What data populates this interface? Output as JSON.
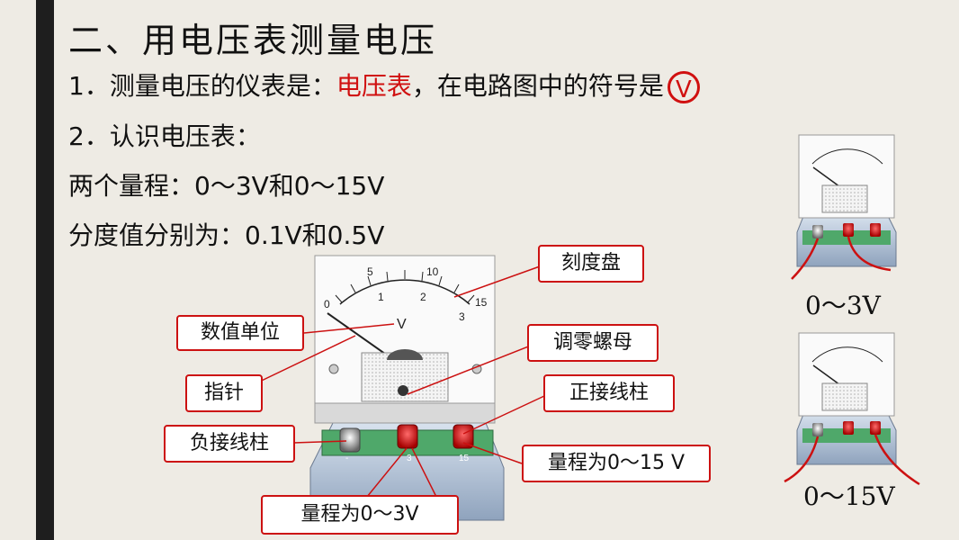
{
  "heading": "二、用电压表测量电压",
  "line1": {
    "prefix": "1．测量电压的仪表是：",
    "highlight": "电压表",
    "middle": "，在电路图中的符号是",
    "symbol": "V"
  },
  "line2": "2．认识电压表：",
  "line3": "两个量程：0～3V和0～15V",
  "line4": "分度值分别为：0.1V和0.5V",
  "meter": {
    "scale_top": [
      "5",
      "10",
      "15"
    ],
    "scale_bottom": [
      "0",
      "1",
      "2",
      "3"
    ],
    "unit": "V",
    "terminals": [
      "-",
      "3",
      "15"
    ]
  },
  "callouts": {
    "dial": "刻度盘",
    "unit": "数值单位",
    "zero_adjust": "调零螺母",
    "pointer": "指针",
    "positive": "正接线柱",
    "negative": "负接线柱",
    "range15": "量程为0～15 V",
    "range3": "量程为0～3V"
  },
  "small_meters": {
    "label_3v": "0～3V",
    "label_15v": "0～15V"
  },
  "colors": {
    "accent_red": "#d01010",
    "sidebar": "#1e1e1e",
    "background": "#eeebe4"
  }
}
